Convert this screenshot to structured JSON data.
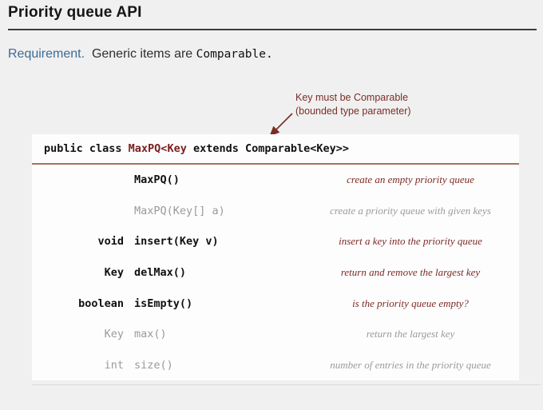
{
  "slide": {
    "title": "Priority queue API",
    "requirement": {
      "label": "Requirement.",
      "text": "  Generic items are ",
      "code": "Comparable."
    },
    "annotation": {
      "line1": "Key must be Comparable",
      "line2": "(bounded type parameter)"
    },
    "api": {
      "declaration": {
        "prefix": "public class ",
        "highlight": "MaxPQ<Key",
        "suffix": " extends Comparable<Key>>"
      },
      "rows": [
        {
          "ret": "",
          "sig": "MaxPQ()",
          "desc": "create an empty priority queue"
        },
        {
          "ret": "",
          "sig": "MaxPQ(Key[] a)",
          "desc": "create a priority queue with given keys"
        },
        {
          "ret": "void",
          "sig": "insert(Key v)",
          "desc": "insert a key into the priority queue"
        },
        {
          "ret": "Key",
          "sig": "delMax()",
          "desc": "return and remove the largest key"
        },
        {
          "ret": "boolean",
          "sig": "isEmpty()",
          "desc": "is the priority queue empty?"
        },
        {
          "ret": "Key",
          "sig": "max()",
          "desc": "return the largest key"
        },
        {
          "ret": "int",
          "sig": "size()",
          "desc": "number of entries in the priority queue"
        }
      ]
    },
    "colors": {
      "background": "#f0f0f0",
      "panel": "#fdfdfd",
      "accent_red": "#7b2d26",
      "code_red": "#7b1f1f",
      "requirement_blue": "#3d6a96",
      "muted_gray": "#9a9a9a",
      "header_rule_brown": "#a8705f",
      "title_rule_gray": "#3c3c3c"
    }
  }
}
